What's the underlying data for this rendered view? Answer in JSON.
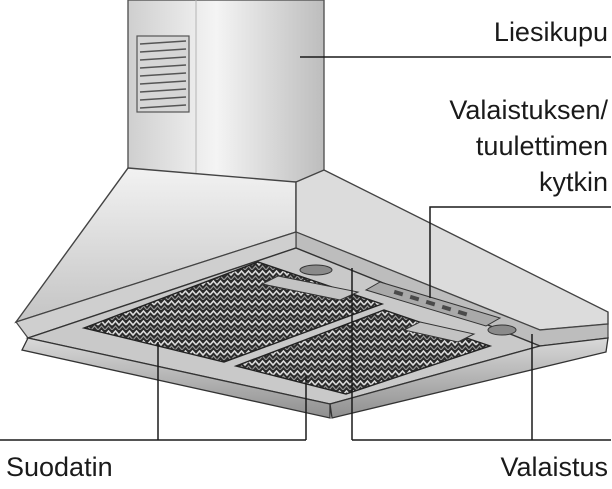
{
  "diagram": {
    "labels": {
      "hood": "Liesikupu",
      "switch_line1": "Valaistuksen/",
      "switch_line2": "tuulettimen",
      "switch_line3": "kytkin",
      "filter": "Suodatin",
      "lighting": "Valaistus"
    },
    "colors": {
      "line": "#1a1a1a",
      "metal_light": "#ededed",
      "metal_mid": "#cfcfcf",
      "metal_dark": "#9a9a9a",
      "filter_dark": "#2b2b2b"
    }
  }
}
